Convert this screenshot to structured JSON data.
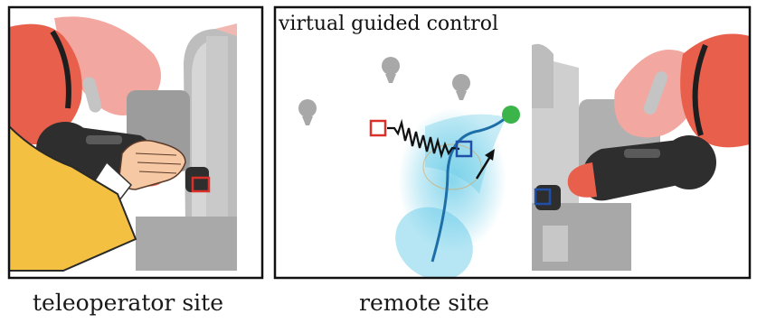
{
  "panels": {
    "left": {
      "caption": "teleoperator site"
    },
    "right": {
      "caption": "remote site",
      "title": "virtual guided control"
    }
  },
  "colors": {
    "frame": "#111111",
    "robot_gray": "#b9b9b9",
    "robot_dark_gray": "#9a9a9a",
    "arm_red": "#e8604c",
    "arm_pink": "#f2a8a0",
    "tool_dark": "#2e2e2e",
    "sleeve_yellow": "#f4c042",
    "skin": "#f6c8a4",
    "marker_red": "#d9302a",
    "marker_blue": "#1f4fa8",
    "path_blue": "#1e6fa8",
    "cloud_cyan": "#5ec8e6",
    "target_green": "#3bb54a",
    "spring_black": "#111111"
  }
}
